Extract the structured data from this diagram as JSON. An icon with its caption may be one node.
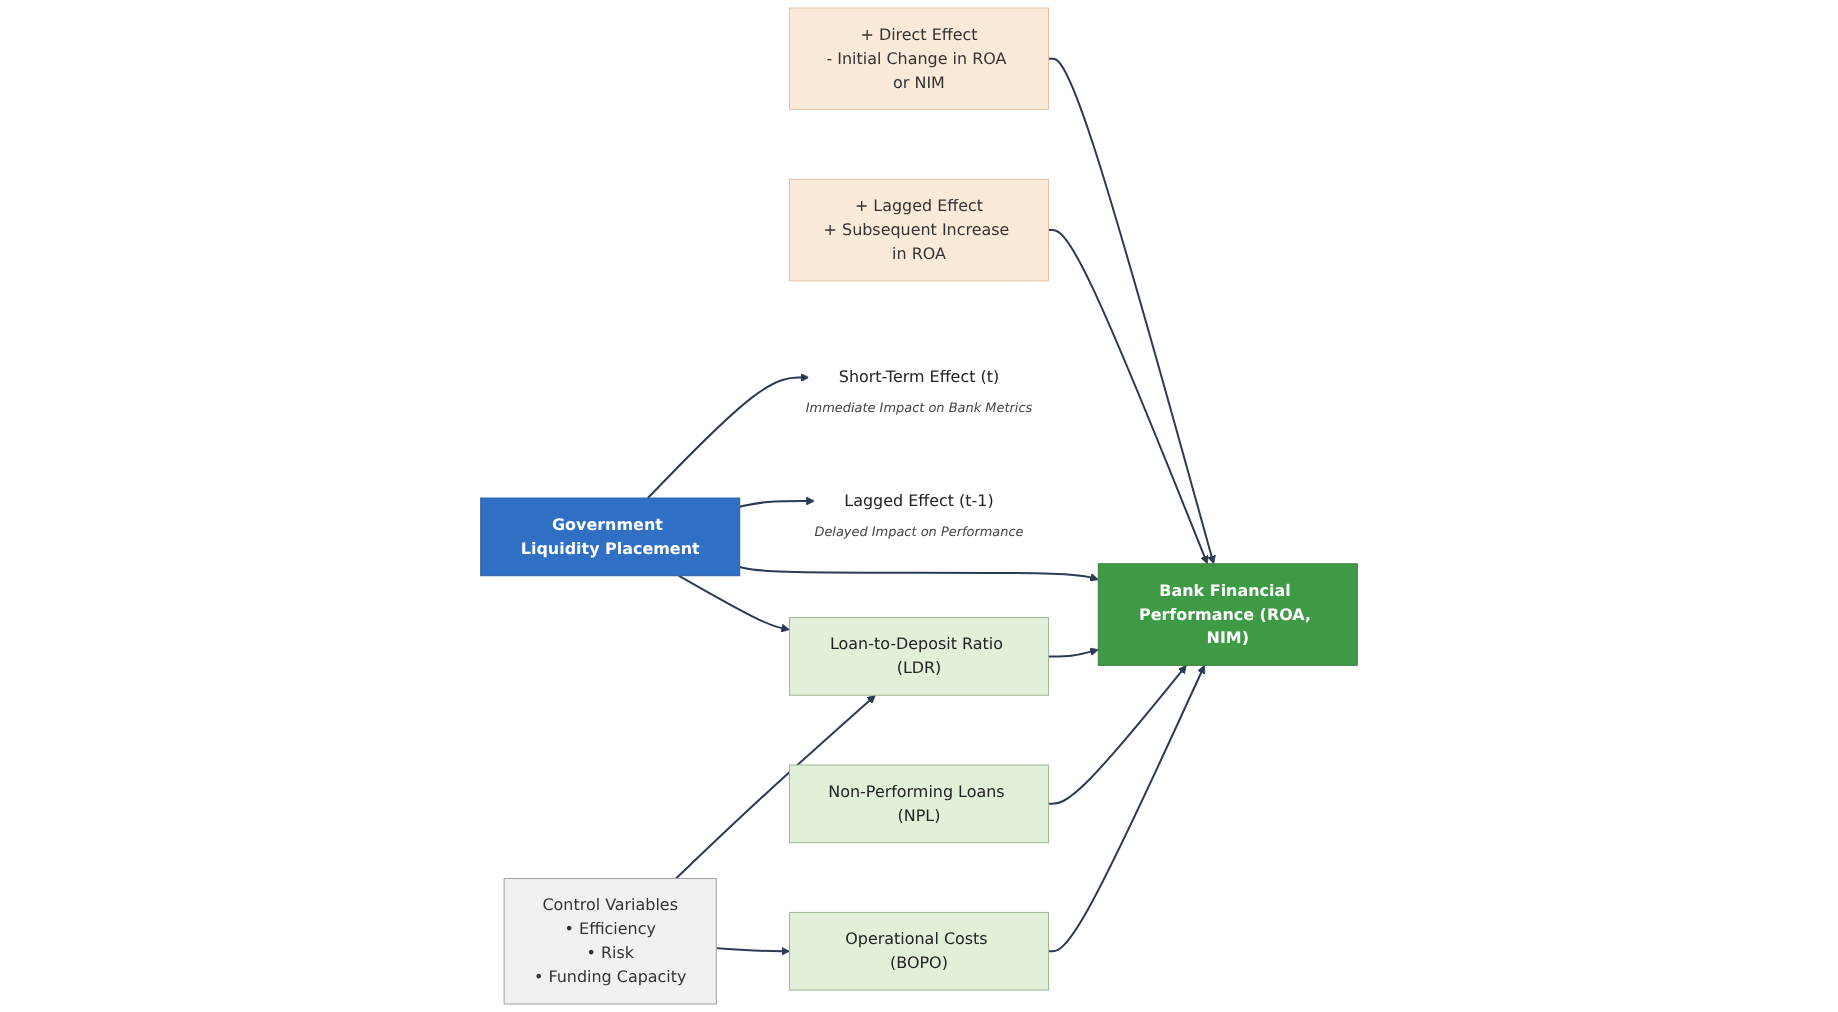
{
  "diagram": {
    "nodes": [
      {
        "text": [
          "+ Direct Effect",
          "- Initial Change in ROA or NIM"
        ]
      },
      {
        "text": [
          "+ Lagged Effect",
          "+ Subsequent Increase in ROA"
        ]
      },
      {
        "text": [
          "Government Liquidity Placement"
        ]
      },
      {
        "text": [
          "Bank Financial Performance (ROA, NIM)"
        ]
      },
      {
        "text": [
          "Short-Term Effect (t)"
        ],
        "beside": [
          "Immediate Impact on Bank Metrics"
        ]
      },
      {
        "text": [
          "Lagged Effect (t-1)"
        ],
        "beside": [
          "Delayed Impact on Performance"
        ]
      },
      {
        "text": [
          "Loan-to-Deposit Ratio (LDR)"
        ]
      },
      {
        "text": [
          "Non-Performing Loans (NPL)"
        ]
      },
      {
        "text": [
          "Operational Costs (BOPO)"
        ]
      },
      {
        "text": [
          "Control Variables",
          "• Efficiency",
          "• Risk",
          "• Funding Capacity"
        ]
      }
    ],
    "edges": [
      {
        "from": 0,
        "to": 3,
        "arrow": "to"
      },
      {
        "from": 1,
        "to": 3,
        "arrow": "to"
      },
      {
        "from": 2,
        "to": 3,
        "arrow": "to"
      },
      {
        "from": 2,
        "to": 4,
        "arrow": "to"
      },
      {
        "from": 2,
        "to": 6,
        "arrow": "to"
      },
      {
        "from": 2,
        "to": 5,
        "arrow": "to"
      },
      {
        "from": 6,
        "to": 3,
        "arrow": "to"
      },
      {
        "from": 7,
        "to": 3,
        "arrow": "to"
      },
      {
        "from": 8,
        "to": 3,
        "arrow": "to"
      },
      {
        "from": 9,
        "to": 6,
        "arrow": "to"
      },
      {
        "from": 9,
        "to": 8,
        "arrow": "to"
      }
    ]
  }
}
